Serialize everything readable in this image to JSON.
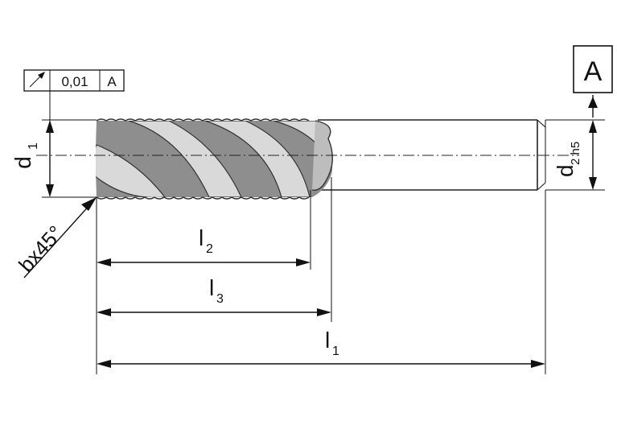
{
  "drawing": {
    "datum_box": {
      "letter": "A"
    },
    "tolerance_frame": {
      "symbol": "runout-arrow-icon",
      "value": "0,01",
      "datum": "A"
    },
    "dimensions": {
      "d1": {
        "main": "d",
        "sub": "1"
      },
      "d2": {
        "main": "d",
        "sub": "2 h5"
      },
      "chamfer": "bx45°",
      "l1": {
        "main": "l",
        "sub": "1"
      },
      "l2": {
        "main": "l",
        "sub": "2"
      },
      "l3": {
        "main": "l",
        "sub": "3"
      }
    },
    "colors": {
      "flute_fill": "#8e8e8e",
      "line": "#111111",
      "background": "#ffffff"
    }
  }
}
